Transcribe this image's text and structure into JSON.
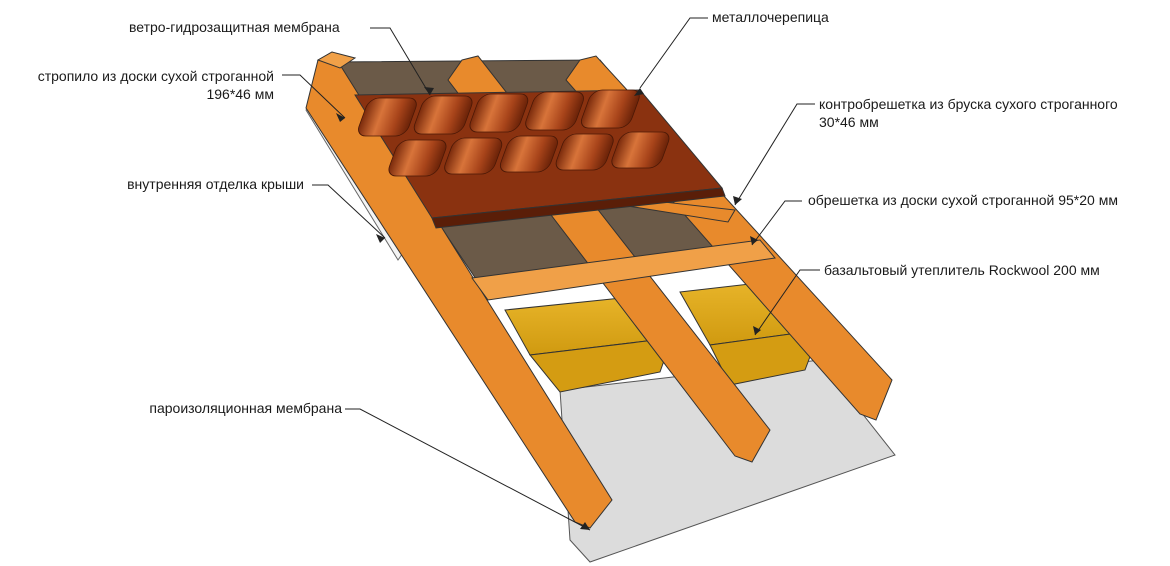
{
  "labels": {
    "membrane_wind": "ветро-гидрозащитная мембрана",
    "metal_tile": "металлочерепица",
    "rafter_line1": "стропило из доски сухой строганной",
    "rafter_line2": "196*46 мм",
    "counter_batten_line1": "контробрешетка из бруска сухого строганного",
    "counter_batten_line2": "30*46 мм",
    "inner_finish": "внутренняя отделка крыши",
    "batten": "обрешетка из доски сухой строганной 95*20 мм",
    "insulation": "базальтовый утеплитель Rockwool 200 мм",
    "vapor_barrier": "пароизоляционная мембрана"
  },
  "colors": {
    "wood": "#e88a2c",
    "wood_dark": "#b8651a",
    "wood_light": "#f0a048",
    "membrane": "#6b5a48",
    "insulation": "#e0aa1a",
    "insulation_dark": "#c8920e",
    "vapor": "#dcdcdc",
    "tile": "#9a3a12",
    "tile_light": "#d8743a",
    "leader": "#222222"
  }
}
